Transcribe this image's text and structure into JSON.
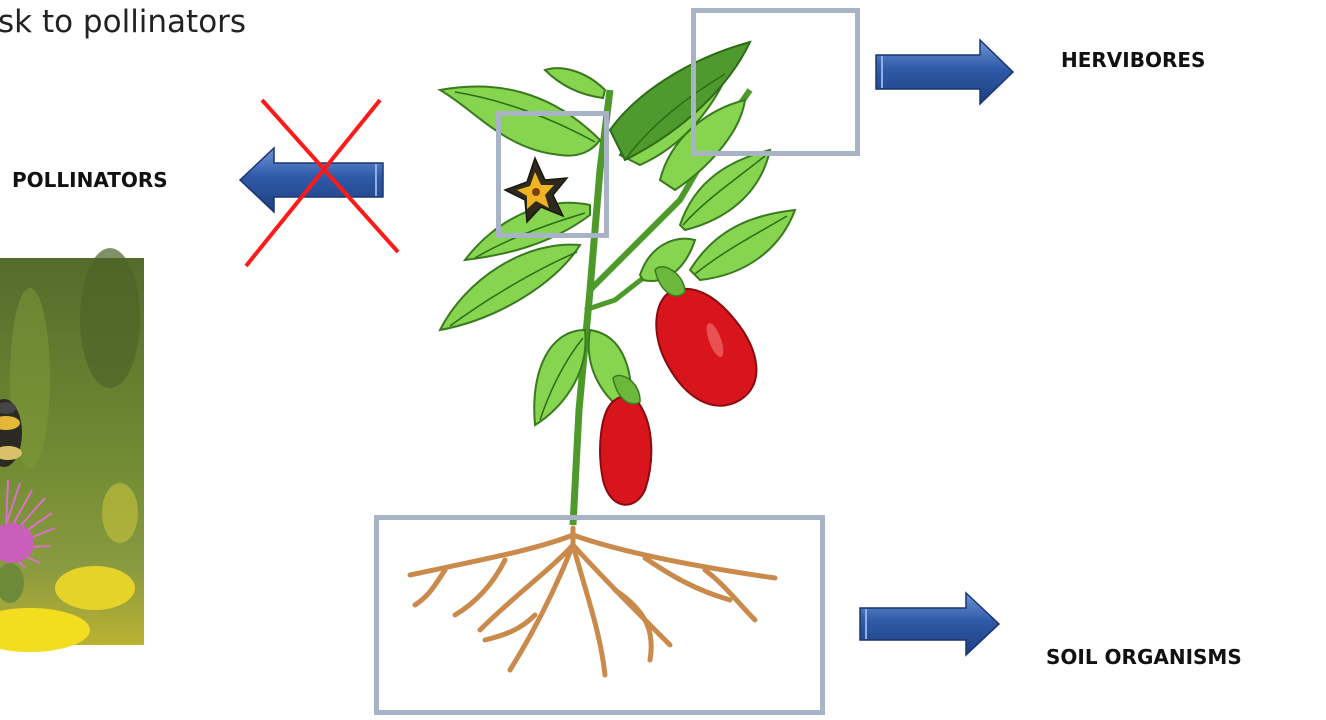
{
  "slide": {
    "heading": "sk to pollinators",
    "labels": {
      "pollinators": "POLLINATORS",
      "herbivores": "HERVIBORES",
      "soil": "SOIL ORGANISMS"
    }
  },
  "colors": {
    "arrow_fill": "#3a66b5",
    "box_stroke": "#a9b3c6",
    "cross": "#ff1a1a",
    "leaf": "#7fd14a",
    "fruit": "#d8141d",
    "root": "#c98a4b"
  },
  "icons": [
    "bee-photo",
    "cross-mark-icon",
    "arrow-left-icon",
    "arrow-right-icon",
    "eggplant-plant-illustration"
  ]
}
